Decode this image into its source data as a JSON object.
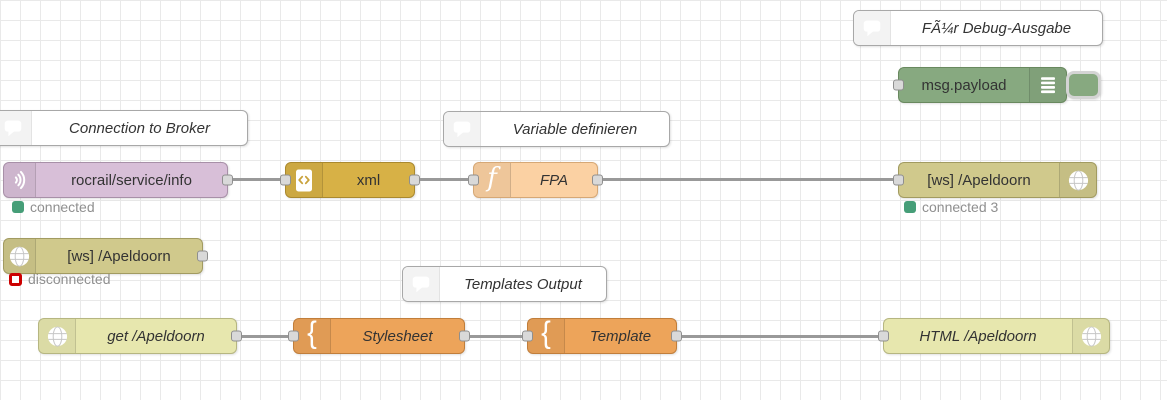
{
  "comments": {
    "debug_output": {
      "label": "FÃ¼r Debug-Ausgabe"
    },
    "broker": {
      "label": "Connection to Broker"
    },
    "variable": {
      "label": "Variable definieren"
    },
    "templates": {
      "label": "Templates Output"
    }
  },
  "nodes": {
    "debug": {
      "label": "msg.payload",
      "color": "#87a980",
      "border": "#69895f"
    },
    "mqtt_in": {
      "label": "rocrail/service/info",
      "color": "#d8bfd8",
      "border": "#a890a8",
      "status": {
        "text": "connected"
      }
    },
    "xml": {
      "label": "xml",
      "color": "#d7b146",
      "border": "#aa892f"
    },
    "function_fpa": {
      "label": "FPA",
      "color": "#fbd1a3",
      "border": "#d6a876"
    },
    "ws_out": {
      "label": "[ws] /Apeldoorn",
      "color": "#d0c98c",
      "border": "#a29b61",
      "status": {
        "text": "connected 3"
      }
    },
    "ws_in": {
      "label": "[ws] /Apeldoorn",
      "color": "#d0c98c",
      "border": "#a29b61",
      "status": {
        "text": "disconnected"
      }
    },
    "http_in": {
      "label": "get /Apeldoorn",
      "color": "#e7e7ae",
      "border": "#b6b681"
    },
    "template_stylesheet": {
      "label": "Stylesheet",
      "color": "#eda45a",
      "border": "#c17e3b"
    },
    "template_template": {
      "label": "Template",
      "color": "#eda45a",
      "border": "#c17e3b"
    },
    "http_response": {
      "label": "HTML /Apeldoorn",
      "color": "#e7e7ae",
      "border": "#b6b681"
    }
  },
  "icons": {
    "function_glyph": "f",
    "template_glyph": "{"
  },
  "status_colors": {
    "connected": "#469e78",
    "error": "#cc0000"
  },
  "wire_color": "#999999"
}
